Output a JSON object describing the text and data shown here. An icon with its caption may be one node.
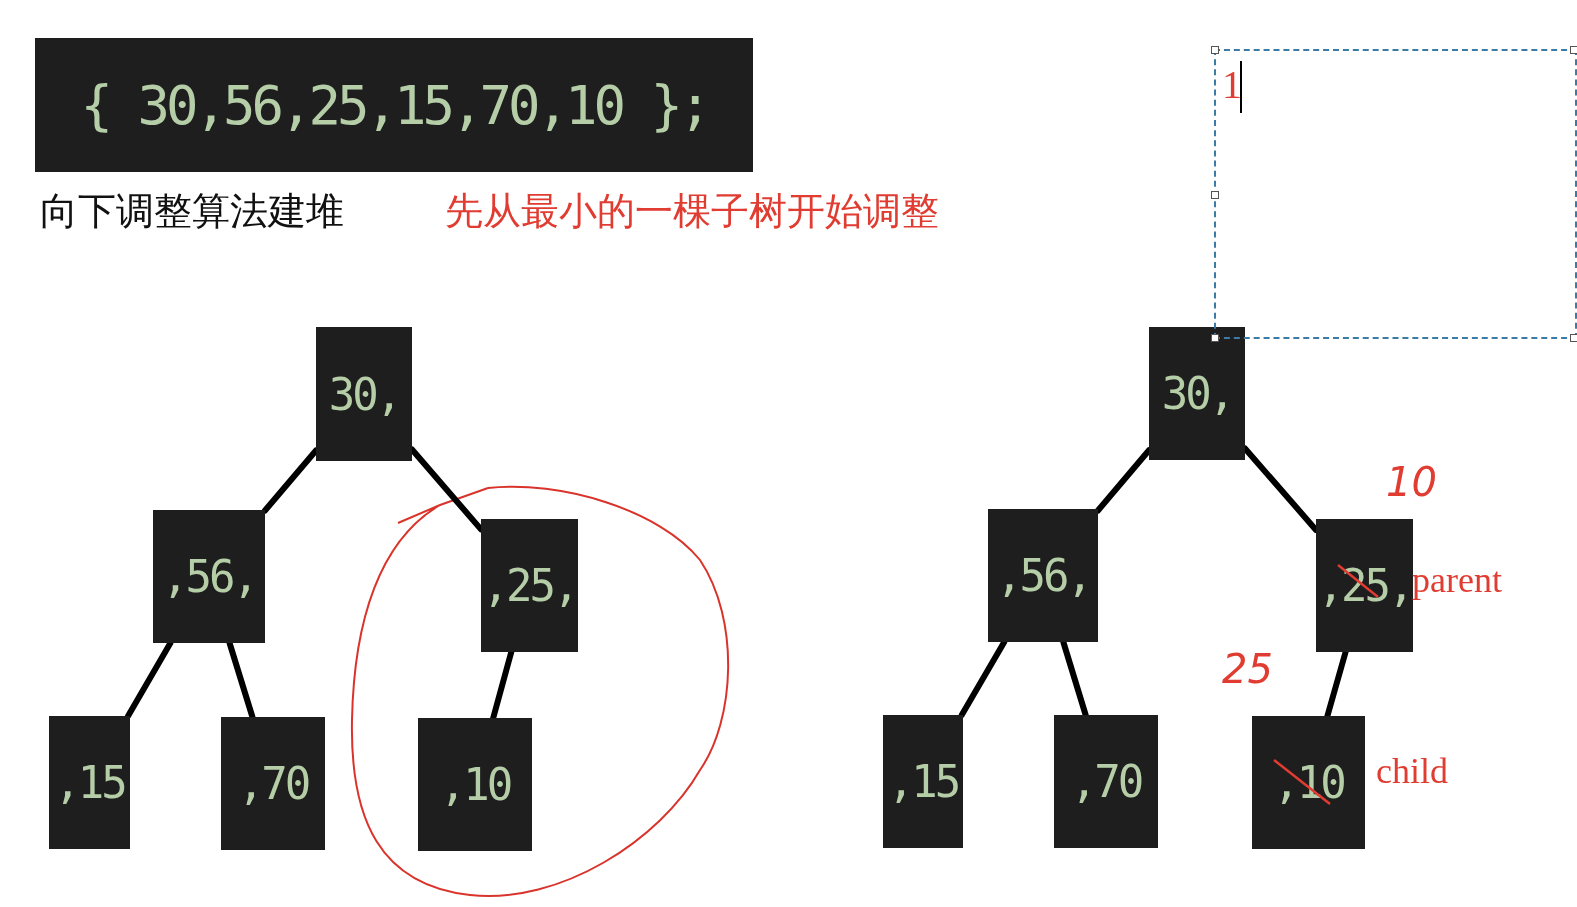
{
  "diagram": {
    "nodes": [
      {
        "text": [
          "{ 30,56,25,15,70,10 };"
        ]
      },
      {
        "text": [
          "30,"
        ]
      },
      {
        "text": [
          ",56,"
        ]
      },
      {
        "text": [
          ",25,"
        ]
      },
      {
        "text": [
          ",15"
        ]
      },
      {
        "text": [
          ",70"
        ]
      },
      {
        "text": [
          ",10"
        ]
      },
      {
        "text": [
          "30,"
        ]
      },
      {
        "text": [
          ",56,"
        ]
      },
      {
        "text": [
          ",25,"
        ],
        "beside": [
          "10",
          "parent"
        ]
      },
      {
        "text": [
          ",15"
        ]
      },
      {
        "text": [
          ",70"
        ]
      },
      {
        "text": [
          ",10"
        ],
        "beside": [
          "25",
          "child"
        ]
      },
      {
        "text": [
          "1"
        ]
      }
    ],
    "edges": [
      {
        "from": 1,
        "to": 2,
        "arrow": "none"
      },
      {
        "from": 1,
        "to": 3,
        "arrow": "none"
      },
      {
        "from": 2,
        "to": 4,
        "arrow": "none"
      },
      {
        "from": 2,
        "to": 5,
        "arrow": "none"
      },
      {
        "from": 3,
        "to": 6,
        "arrow": "none"
      },
      {
        "from": 7,
        "to": 8,
        "arrow": "none"
      },
      {
        "from": 7,
        "to": 9,
        "arrow": "none"
      },
      {
        "from": 8,
        "to": 10,
        "arrow": "none"
      },
      {
        "from": 8,
        "to": 11,
        "arrow": "none"
      },
      {
        "from": 9,
        "to": 12,
        "arrow": "none"
      }
    ],
    "labels": [
      "向下调整算法建堆",
      "先从最小的一棵子树开始调整"
    ]
  }
}
